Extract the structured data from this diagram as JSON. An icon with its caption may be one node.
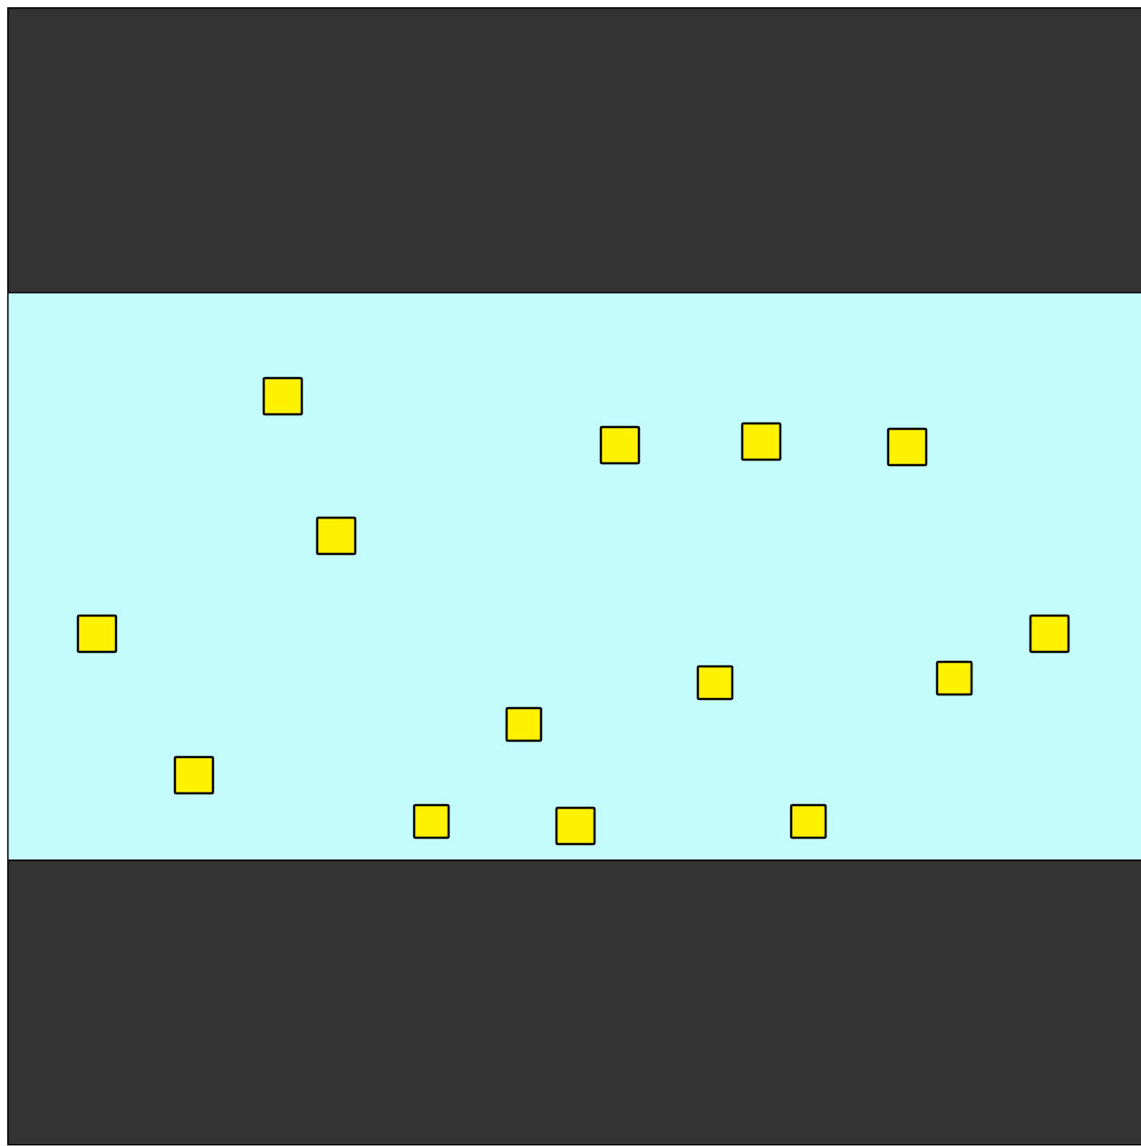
{
  "diagram": {
    "nodes": [
      {
        "text": [],
        "shape": "bar"
      },
      {
        "text": [],
        "shape": "bar"
      },
      {
        "text": [],
        "shape": "bar"
      },
      {
        "text": [],
        "shape": "box",
        "in": 1
      },
      {
        "text": [],
        "shape": "box",
        "in": 1
      },
      {
        "text": [],
        "shape": "box",
        "in": 1
      },
      {
        "text": [],
        "shape": "box",
        "in": 1
      },
      {
        "text": [],
        "shape": "box",
        "in": 1
      },
      {
        "text": [],
        "shape": "box",
        "in": 1
      },
      {
        "text": [],
        "shape": "box",
        "in": 1
      },
      {
        "text": [],
        "shape": "box",
        "in": 1
      },
      {
        "text": [],
        "shape": "box",
        "in": 1
      },
      {
        "text": [],
        "shape": "box",
        "in": 1
      },
      {
        "text": [],
        "shape": "box",
        "in": 1
      },
      {
        "text": [],
        "shape": "box",
        "in": 1
      },
      {
        "text": [],
        "shape": "box",
        "in": 1
      },
      {
        "text": [],
        "shape": "box",
        "in": 1
      }
    ]
  }
}
